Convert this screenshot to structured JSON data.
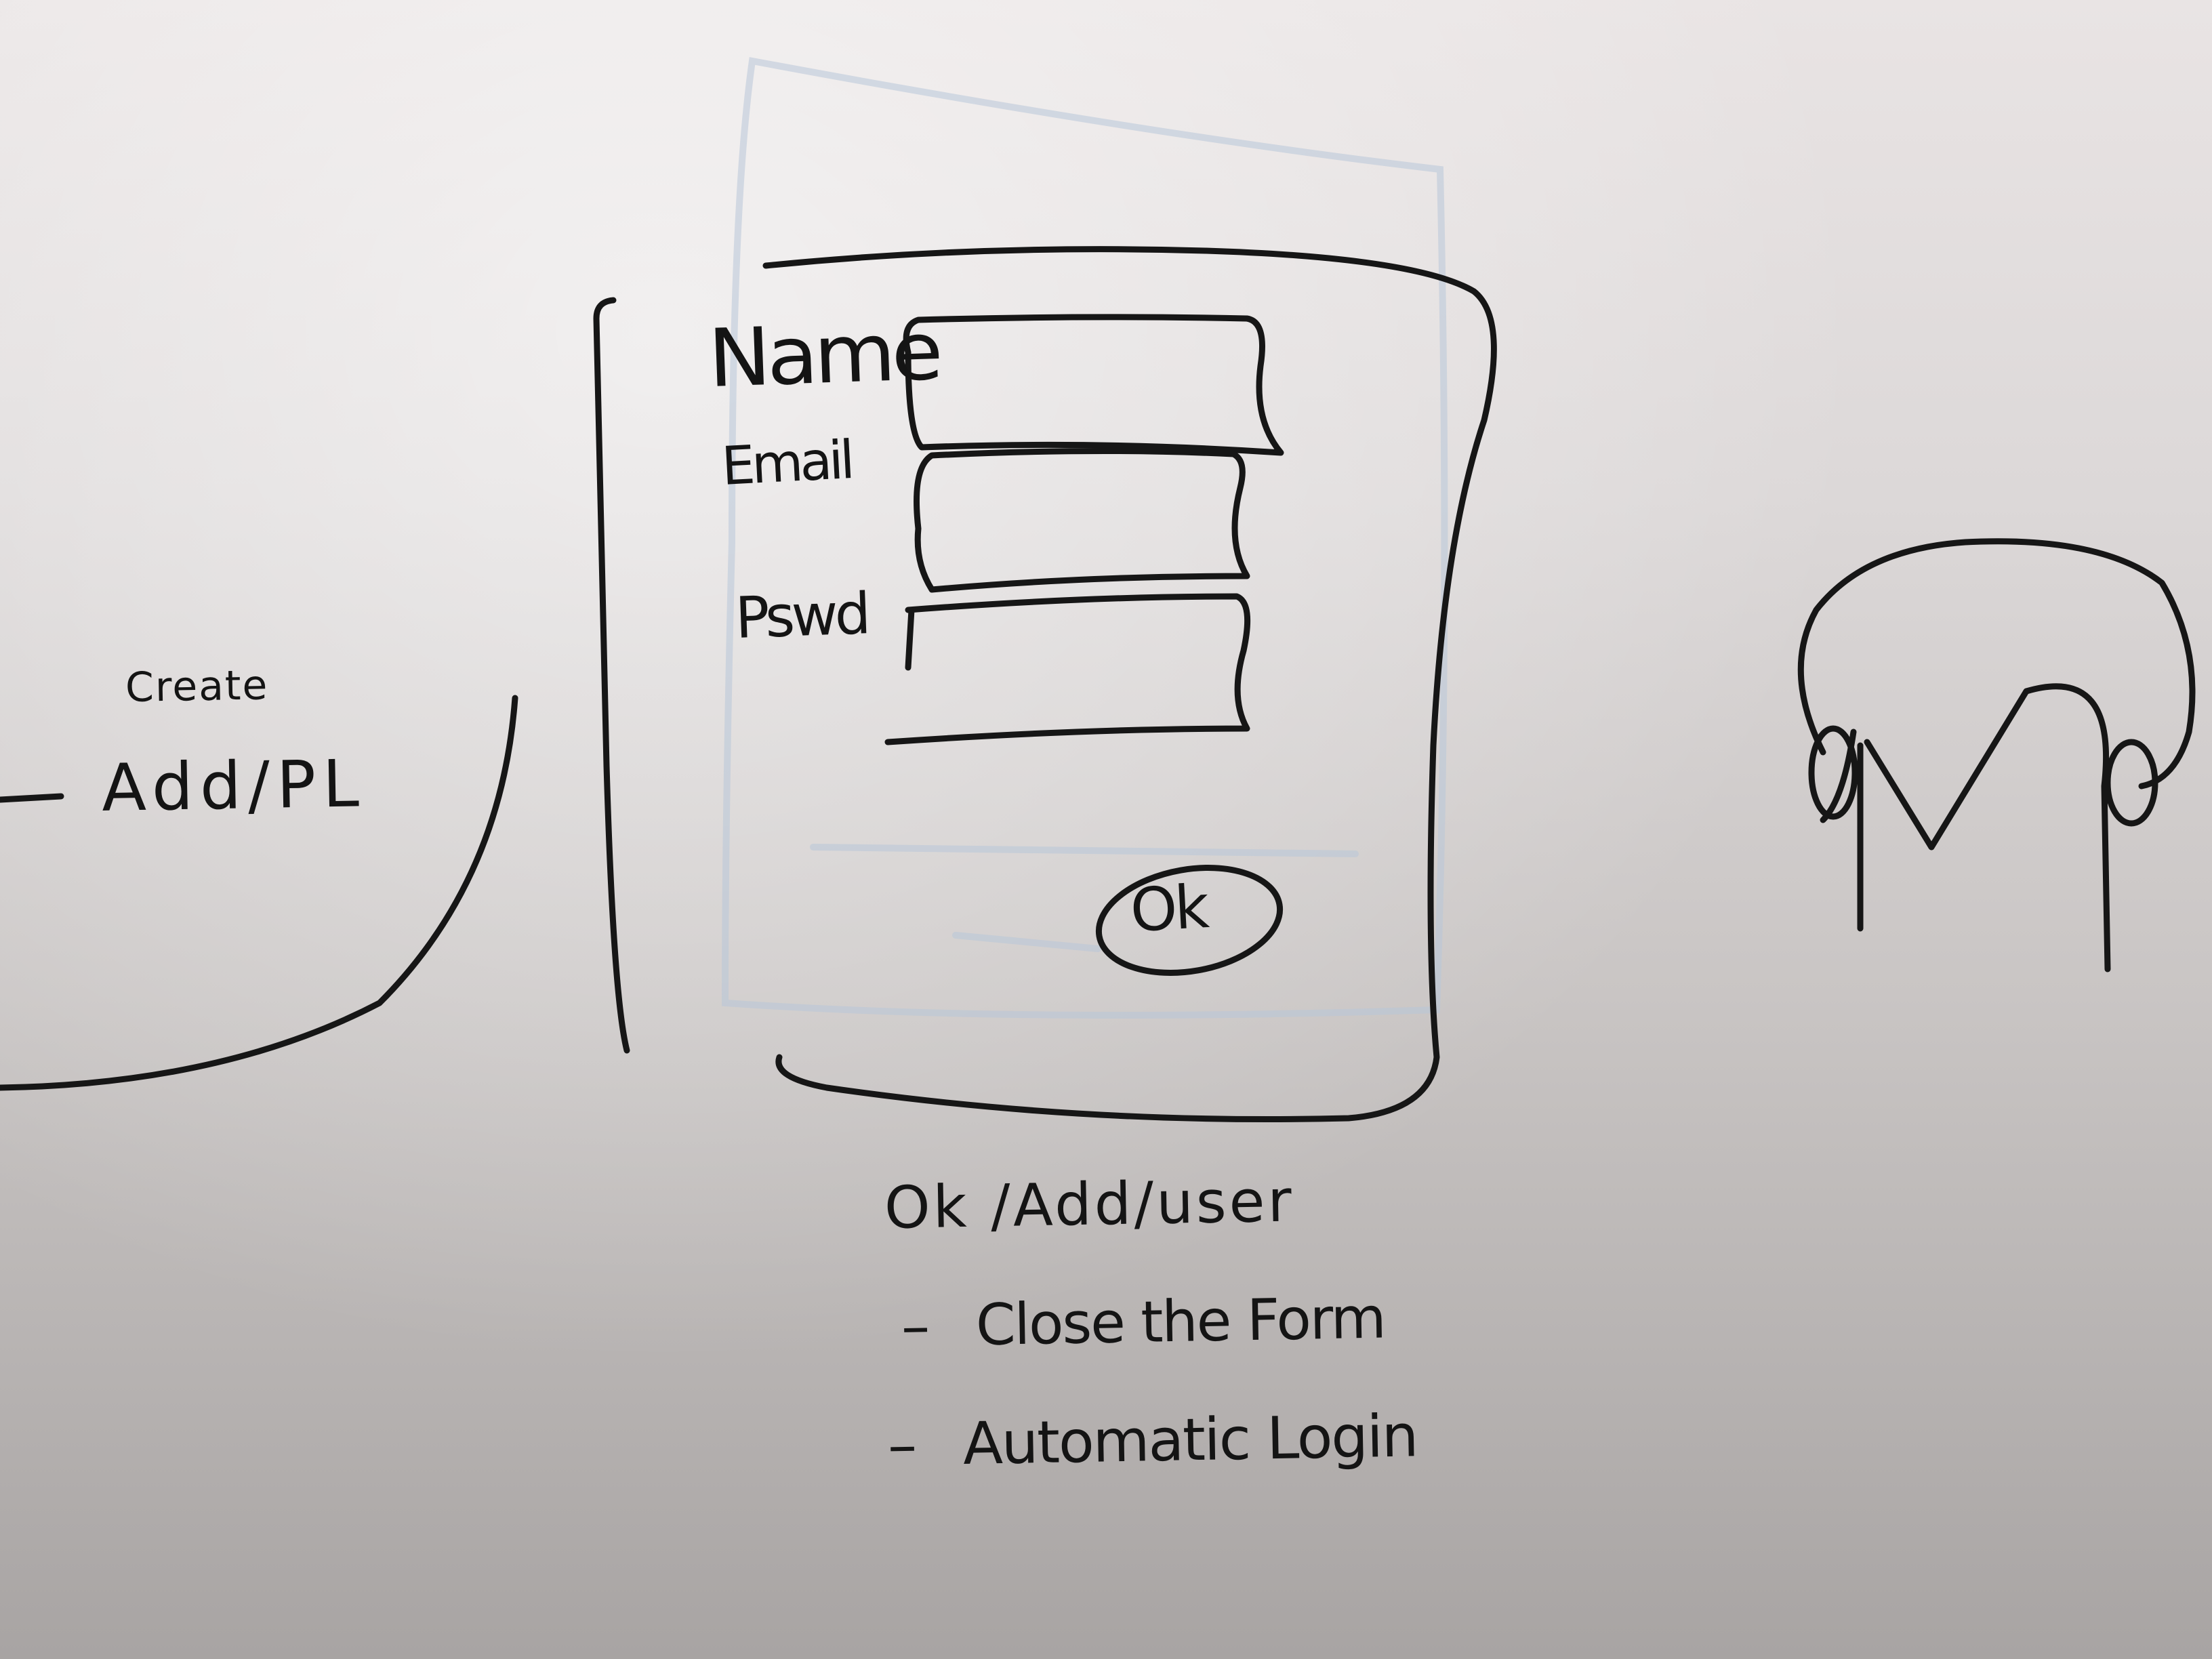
{
  "form_sketch": {
    "fields": [
      {
        "label": "Name"
      },
      {
        "label": "Email"
      },
      {
        "label": "Pswd"
      }
    ],
    "ok_button": "Ok"
  },
  "side_note": {
    "create": "Create",
    "add_pl": "Add/PL"
  },
  "notes": {
    "route": "Ok /Add/user",
    "items": [
      "Close the Form",
      "Automatic Login"
    ],
    "dash": "–"
  },
  "colors": {
    "ink": "#161616",
    "board_top": "#e9e4e4",
    "board_bottom": "#a8a4a3",
    "ghost_marker": "#b8c6d8"
  }
}
